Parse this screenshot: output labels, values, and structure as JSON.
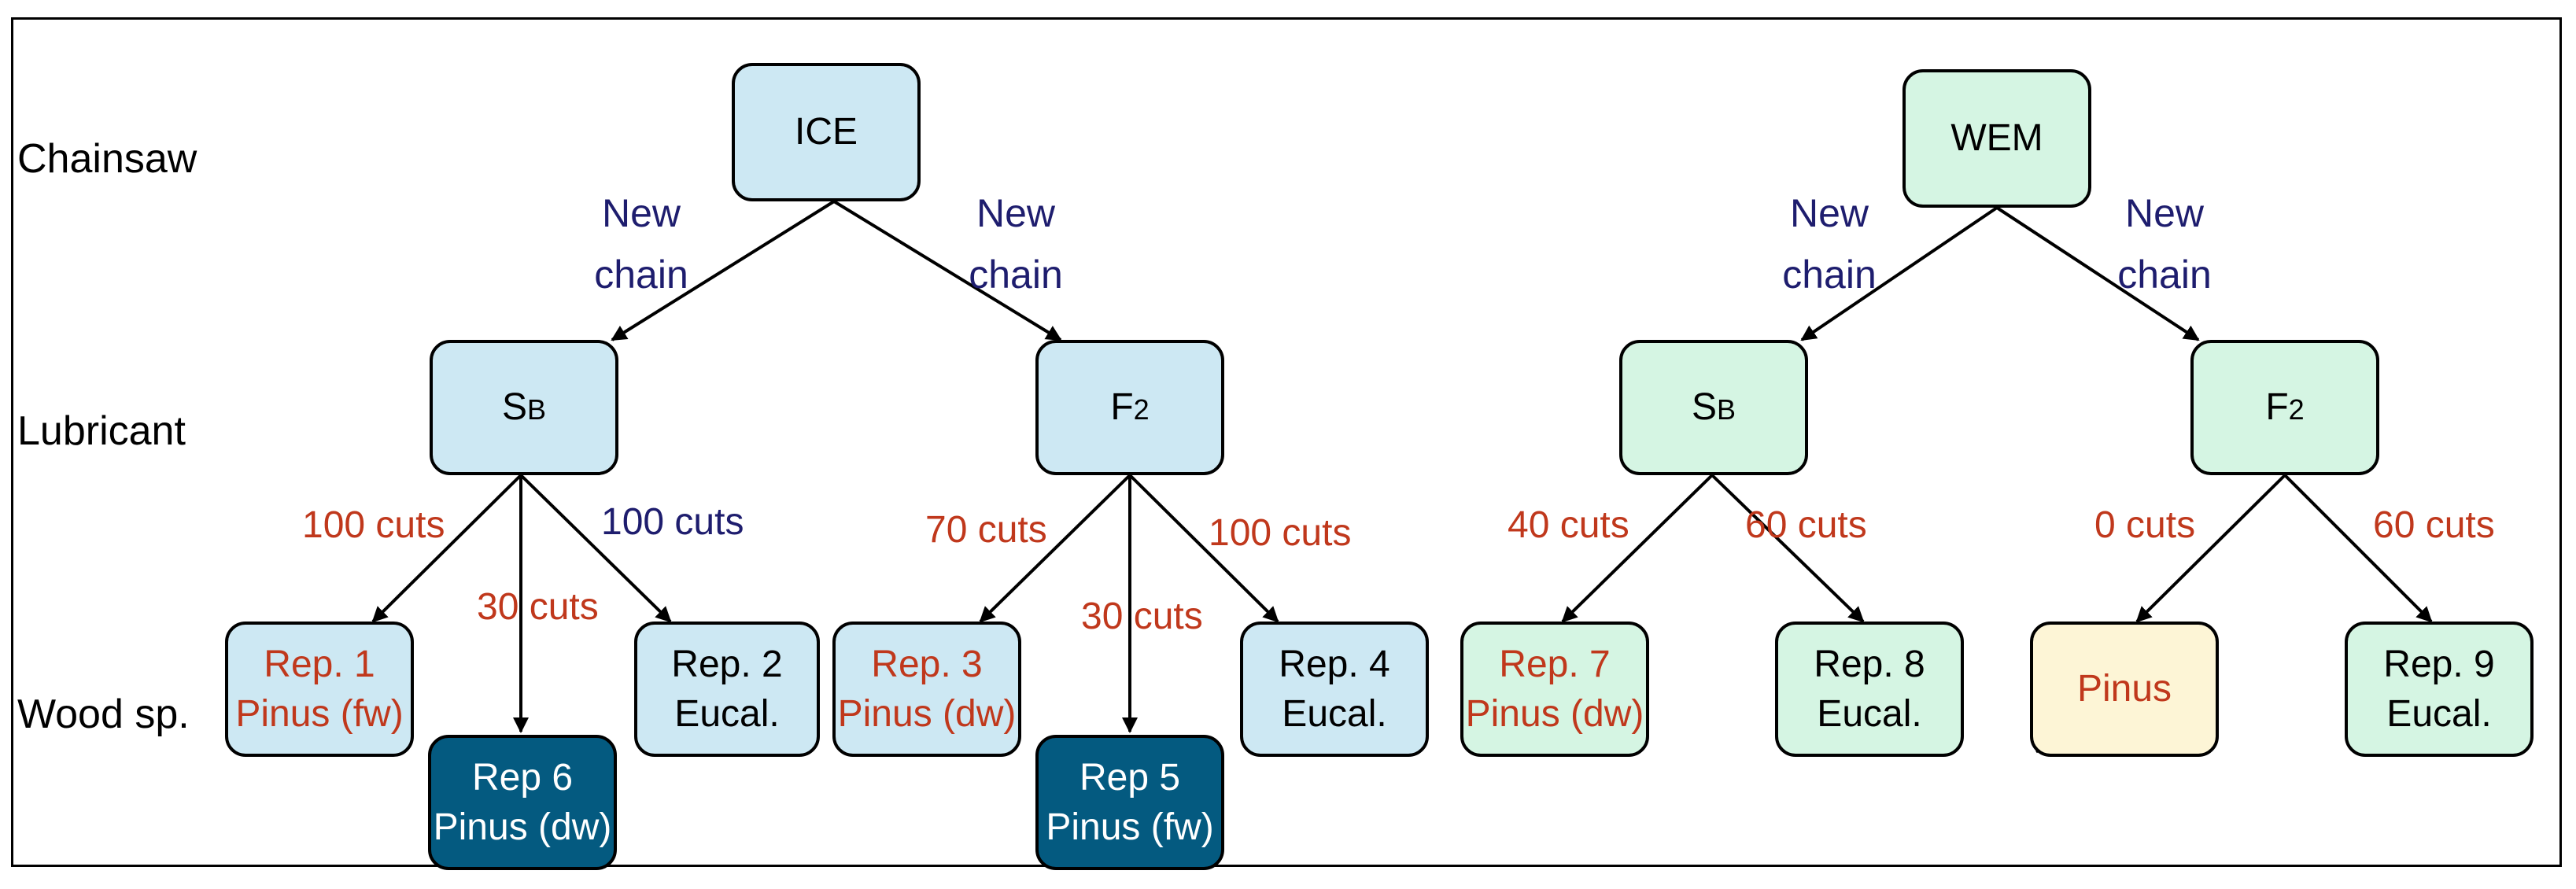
{
  "row_labels": {
    "chainsaw": "Chainsaw",
    "lubricant": "Lubricant",
    "wood": "Wood sp."
  },
  "nodes": {
    "ice": "ICE",
    "wem": "WEM",
    "ice_sb_main": "S",
    "ice_sb_sub": "B",
    "ice_f2_main": "F",
    "ice_f2_sub": "2",
    "wem_sb_main": "S",
    "wem_sb_sub": "B",
    "wem_f2_main": "F",
    "wem_f2_sub": "2",
    "rep1_l1": "Rep. 1",
    "rep1_l2": "Pinus (fw)",
    "rep6_l1": "Rep 6",
    "rep6_l2": "Pinus (dw)",
    "rep2_l1": "Rep. 2",
    "rep2_l2": "Eucal.",
    "rep3_l1": "Rep. 3",
    "rep3_l2": "Pinus (dw)",
    "rep5_l1": "Rep 5",
    "rep5_l2": "Pinus (fw)",
    "rep4_l1": "Rep. 4",
    "rep4_l2": "Eucal.",
    "rep7_l1": "Rep. 7",
    "rep7_l2": "Pinus (dw)",
    "rep8_l1": "Rep. 8",
    "rep8_l2": "Eucal.",
    "pinus_crossed": "Pinus",
    "rep9_l1": "Rep. 9",
    "rep9_l2": "Eucal."
  },
  "chain_labels": {
    "l1": "New",
    "l2": "chain"
  },
  "edge_labels": {
    "ice_sb_rep1": "100 cuts",
    "ice_sb_rep6": "30 cuts",
    "ice_sb_rep2": "100 cuts",
    "ice_f2_rep3": "70 cuts",
    "ice_f2_rep5": "30 cuts",
    "ice_f2_rep4": "100 cuts",
    "wem_sb_rep7": "40 cuts",
    "wem_sb_rep8": "60 cuts",
    "wem_f2_pinus": "0 cuts",
    "wem_f2_rep9": "60 cuts"
  },
  "colors": {
    "ice_fill": "#cde8f3",
    "wem_fill": "#d5f5e3",
    "dark_fill": "#045a80",
    "cancelled_fill": "#fdf5d6",
    "red_text": "#c0381c",
    "navy_text": "#1e1d6e"
  }
}
